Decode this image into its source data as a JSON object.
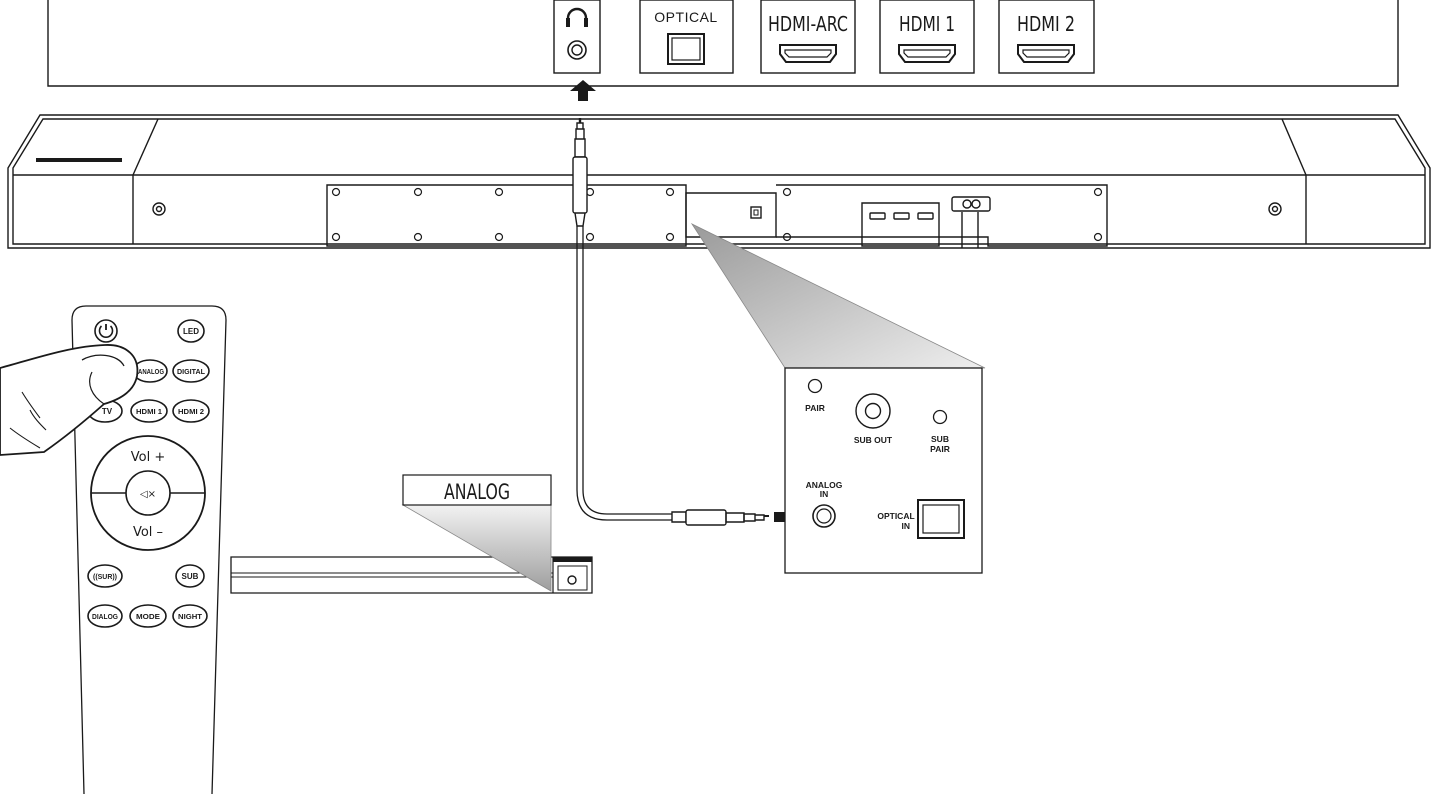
{
  "colors": {
    "line": "#1a1a1a",
    "fill": "#ffffff",
    "shade": "#bdbdbd"
  },
  "tv_ports": [
    {
      "label": "",
      "icon": "headphone-icon"
    },
    {
      "label": "OPTICAL",
      "icon": "optical-port-icon"
    },
    {
      "label": "HDMI-ARC",
      "icon": "hdmi-port-icon"
    },
    {
      "label": "HDMI 1",
      "icon": "hdmi-port-icon"
    },
    {
      "label": "HDMI 2",
      "icon": "hdmi-port-icon"
    }
  ],
  "panel": {
    "pair": "PAIR",
    "sub_out": "SUB OUT",
    "sub_pair_1": "SUB",
    "sub_pair_2": "PAIR",
    "analog_1": "ANALOG",
    "analog_2": "IN",
    "optical_1": "OPTICAL",
    "optical_2": "IN"
  },
  "remote": {
    "buttons": {
      "power": "⏻",
      "led": "LED",
      "analog": "ANALOG",
      "digital": "DIGITAL",
      "tv": "TV",
      "hdmi1": "HDMI 1",
      "hdmi2": "HDMI 2",
      "sur": "((SUR))",
      "sub": "SUB",
      "dialog": "DIALOG",
      "mode": "MODE",
      "night": "NIGHT"
    },
    "vol_plus": "Vol +",
    "vol_minus": "Vol –",
    "mute": "◁×"
  },
  "display_text": "ANALOG"
}
